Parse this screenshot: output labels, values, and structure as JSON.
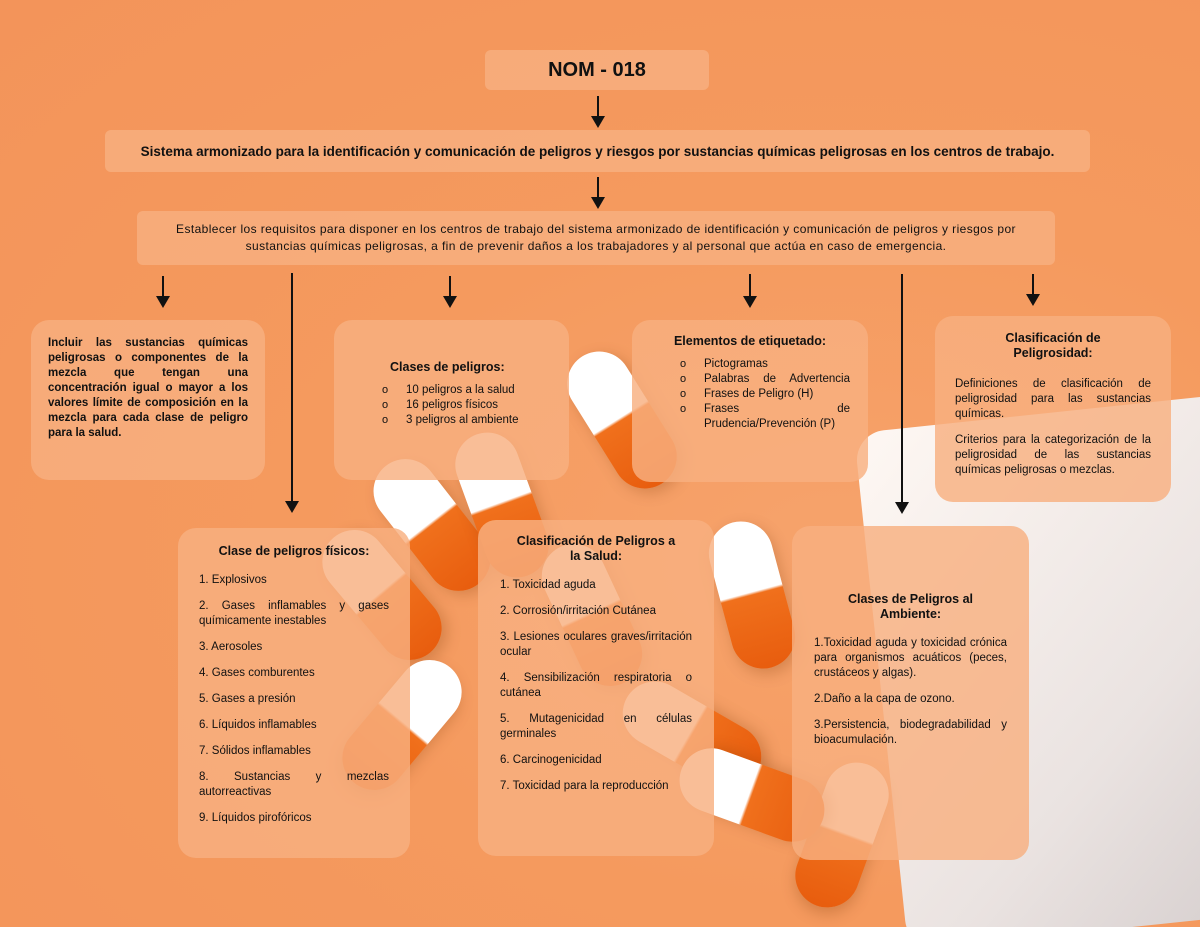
{
  "title": "NOM - 018",
  "system": "Sistema armonizado para la identificación y comunicación de peligros y riesgos por sustancias químicas peligrosas en los centros de trabajo.",
  "objective": "Establecer los requisitos para disponer en los centros de trabajo del sistema armonizado de identificación y comunicación de peligros y riesgos por sustancias químicas peligrosas, a fin de prevenir daños a los trabajadores y al personal que actúa en caso de emergencia.",
  "include": {
    "text": "Incluir las sustancias químicas peligrosas o componentes de la mezcla que tengan una concentración igual o mayor a los valores límite de composición en la mezcla para cada clase de peligro para la salud."
  },
  "hazard_classes": {
    "title": "Clases de peligros:",
    "items": [
      "10 peligros a la salud",
      "16 peligros físicos",
      "3 peligros al ambiente"
    ]
  },
  "label_elements": {
    "title": "Elementos de etiquetado:",
    "items": [
      "Pictogramas",
      "Palabras de Advertencia",
      "Frases de Peligro (H)",
      "Frases de Prudencia/Prevención (P)"
    ]
  },
  "danger_classification": {
    "title": "Clasificación de Peligrosidad:",
    "p1": "Definiciones de clasificación de peligrosidad para las sustancias químicas.",
    "p2": "Criterios para la categorización de la peligrosidad de las sustancias químicas peligrosas o mezclas."
  },
  "physical_hazards": {
    "title": "Clase de peligros físicos:",
    "items": [
      "1. Explosivos",
      "2. Gases inflamables y gases químicamente inestables",
      "3. Aerosoles",
      "4. Gases comburentes",
      "5. Gases a presión",
      "6. Líquidos inflamables",
      "7. Sólidos inflamables",
      "8. Sustancias y mezclas autorreactivas",
      "9. Líquidos pirofóricos"
    ]
  },
  "health_hazards": {
    "title": "Clasificación de Peligros a la Salud:",
    "items": [
      "1. Toxicidad aguda",
      "2. Corrosión/irritación Cutánea",
      "3. Lesiones oculares graves/irritación ocular",
      "4. Sensibilización respiratoria o cutánea",
      "5. Mutagenicidad en células germinales",
      "6. Carcinogenicidad",
      "7. Toxicidad para la reproducción"
    ]
  },
  "environment_hazards": {
    "title": "Clases de Peligros al Ambiente:",
    "items": [
      "1.Toxicidad aguda y toxicidad crónica para organismos acuáticos (peces, crustáceos y algas).",
      "2.Daño a la capa de ozono.",
      "3.Persistencia, biodegradabilidad y bioacumulación."
    ]
  },
  "colors": {
    "background": "#f59a5e",
    "box": "#f8b080",
    "accent": "#e85d0e",
    "text": "#111111"
  }
}
